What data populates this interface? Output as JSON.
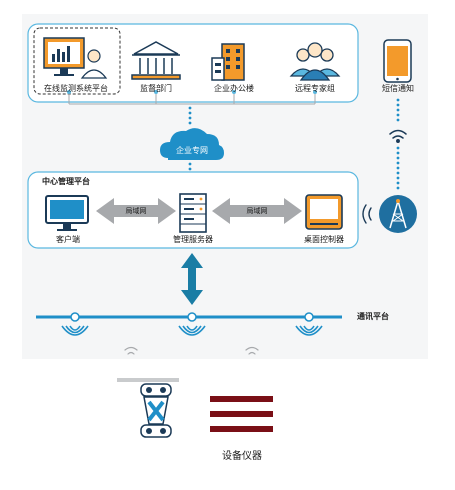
{
  "top_group": {
    "items": [
      {
        "label": "在线监测系统平台",
        "icon": "monitor-with-user-icon"
      },
      {
        "label": "监督部门",
        "icon": "government-building-icon"
      },
      {
        "label": "企业办公楼",
        "icon": "office-building-icon"
      },
      {
        "label": "远程专家组",
        "icon": "expert-group-icon"
      }
    ]
  },
  "sms": {
    "label": "短信通知",
    "icon": "mobile-phone-icon"
  },
  "cloud": {
    "label": "企业专网",
    "icon": "cloud-icon"
  },
  "center": {
    "title": "中心管理平台",
    "client": "客户端",
    "server": "管理服务器",
    "controller": "桌面控制器",
    "lan_left": "局域网",
    "lan_right": "局域网"
  },
  "tower": {
    "icon": "signal-tower-icon"
  },
  "bus": {
    "label": "通讯平台"
  },
  "device": {
    "label": "设备仪器"
  },
  "colors": {
    "frame_blue": "#5bb8e0",
    "accent_blue": "#1f8fc8",
    "dark_navy": "#1b3a57",
    "orange": "#f39a2b",
    "gray_arrow": "#a7a9ac",
    "teal_arrow": "#1a7da5",
    "dark_red": "#7a0f16"
  }
}
